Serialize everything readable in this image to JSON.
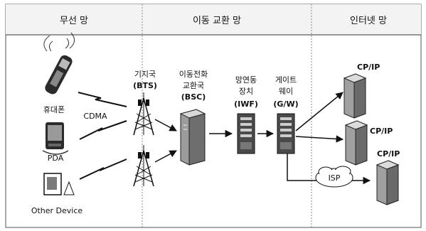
{
  "sections": {
    "wireless": "무선 망",
    "mobile_exchange": "이동 교환 망",
    "internet": "인터넷 망"
  },
  "devices": {
    "phone": "휴대폰",
    "pda": "PDA",
    "other": "Other Device"
  },
  "links": {
    "cdma": "CDMA"
  },
  "nodes": {
    "bts": {
      "line1": "기지국",
      "line2": "(BTS)"
    },
    "bsc": {
      "line1": "이동전화",
      "line2": "교환국",
      "line3": "(BSC)"
    },
    "iwf": {
      "line1": "망연동",
      "line2": "장치",
      "line3": "(IWF)"
    },
    "gw": {
      "line1": "게이트",
      "line2": "웨이",
      "line3": "(G/W)"
    }
  },
  "servers": {
    "cpip_1": "CP/IP",
    "cpip_2": "CP/IP",
    "cpip_3": "CP/IP",
    "isp": "ISP"
  }
}
